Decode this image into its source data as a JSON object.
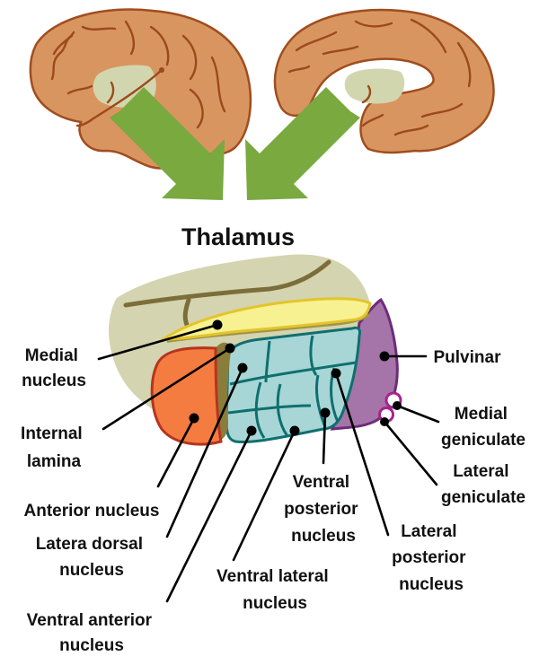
{
  "title": "Thalamus",
  "colors": {
    "brain": "#d99560",
    "brain_outline": "#a04d1e",
    "thalamus_patch": "#d2d6ae",
    "arrow": "#79a93f",
    "medial_nucleus": "#f8f191",
    "anterior_nucleus": "#f47c40",
    "lateral_group": "#a8d6d6",
    "pulvinar": "#a574a8",
    "geniculate_outline": "#a7228f",
    "internal_lamina": "#8a7d3c",
    "background_mass": "#d4d4b0"
  },
  "labels": {
    "medial_nucleus": [
      "Medial",
      "nucleus"
    ],
    "internal_lamina": [
      "Internal",
      "lamina"
    ],
    "anterior_nucleus": [
      "Anterior nucleus"
    ],
    "lateral_dorsal_nucleus": [
      "Latera dorsal",
      "nucleus"
    ],
    "ventral_anterior_nucleus": [
      "Ventral anterior",
      "nucleus"
    ],
    "ventral_lateral_nucleus": [
      "Ventral lateral",
      "nucleus"
    ],
    "ventral_posterior_nucleus": [
      "Ventral",
      "posterior",
      "nucleus"
    ],
    "lateral_posterior_nucleus": [
      "Lateral",
      "posterior",
      "nucleus"
    ],
    "pulvinar": [
      "Pulvinar"
    ],
    "medial_geniculate": [
      "Medial",
      "geniculate"
    ],
    "lateral_geniculate": [
      "Lateral",
      "geniculate"
    ]
  }
}
